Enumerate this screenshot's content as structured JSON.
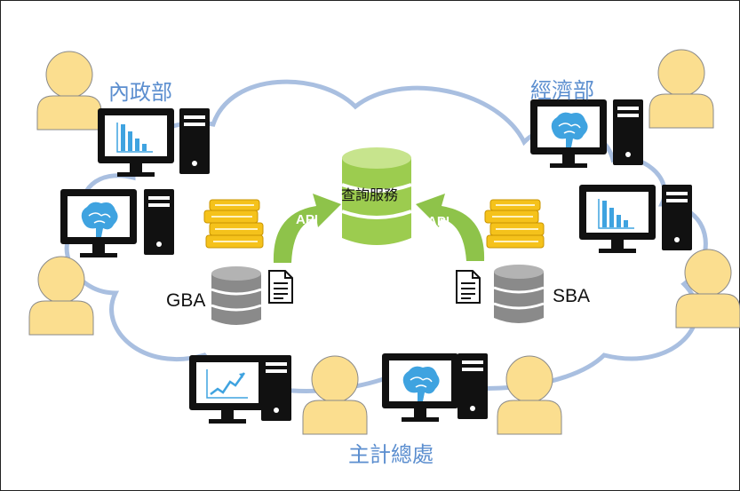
{
  "agencies": {
    "interior": "內政部",
    "economic": "經濟部",
    "dgbas": "主計總處"
  },
  "systems": {
    "gba": "GBA",
    "sba": "SBA"
  },
  "api": {
    "left": "API",
    "right": "API"
  },
  "service": "查詢服務",
  "colors": {
    "cloud_stroke": "#a9bfe0",
    "person": "#fbde8f",
    "person_stroke": "#8a8a8a",
    "database_green": "#9ccc4f",
    "arrow_green": "#8ec34a",
    "books": "#f5c21b",
    "label_blue": "#5b8ecf",
    "monitor_chart": "#3fa3e0"
  }
}
